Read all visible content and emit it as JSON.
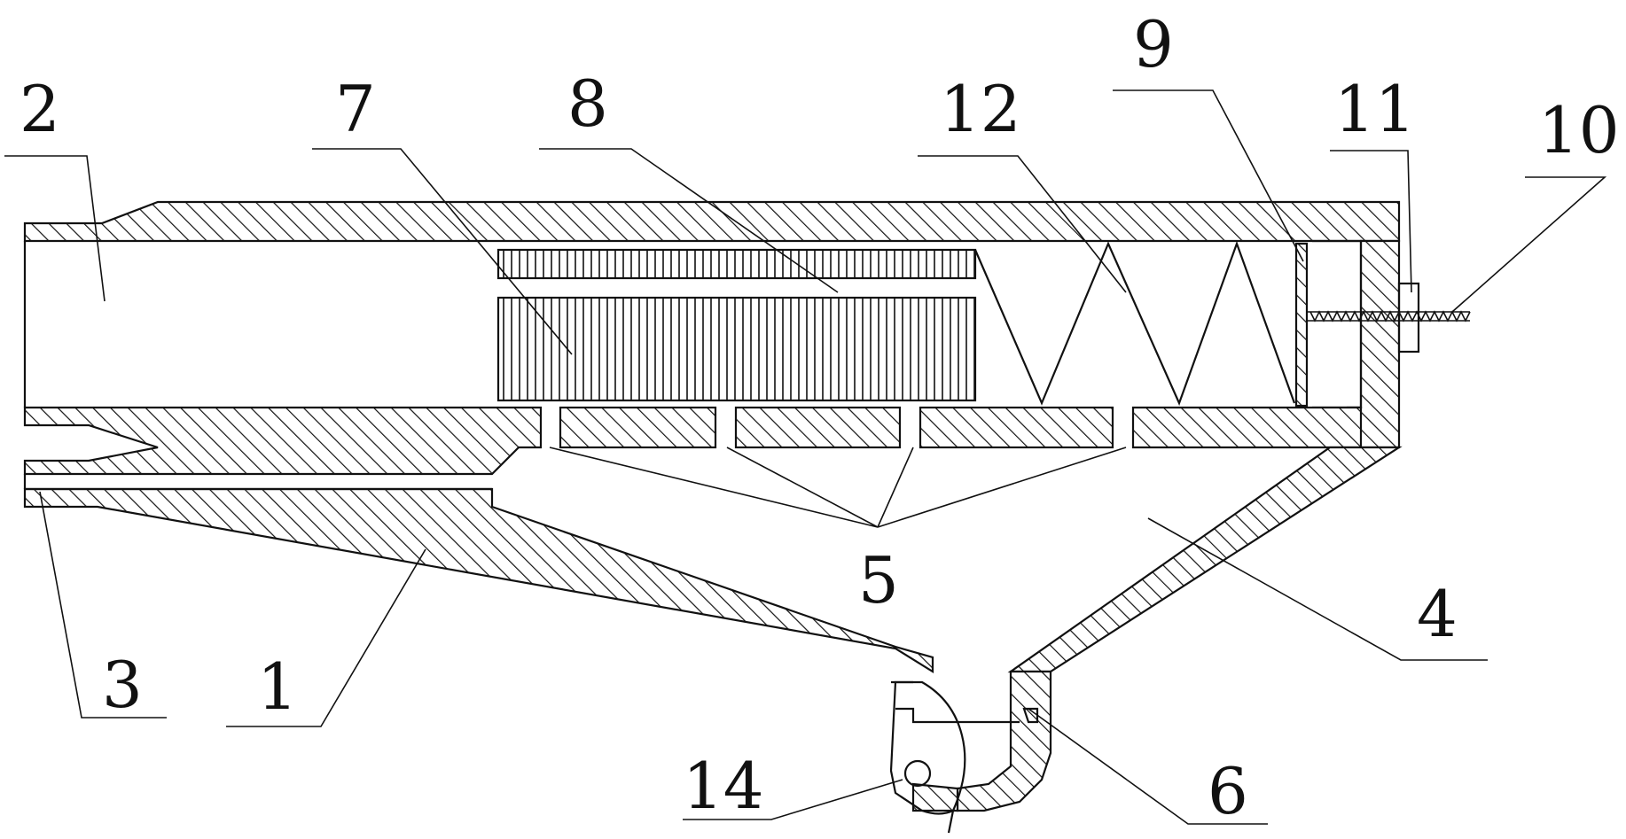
{
  "labels": {
    "n1": "1",
    "n2": "2",
    "n3": "3",
    "n4": "4",
    "n5": "5",
    "n6": "6",
    "n7": "7",
    "n8": "8",
    "n9": "9",
    "n10": "10",
    "n11": "11",
    "n12": "12",
    "n14": "14"
  },
  "colors": {
    "ink": "#111111",
    "background": "#ffffff"
  }
}
